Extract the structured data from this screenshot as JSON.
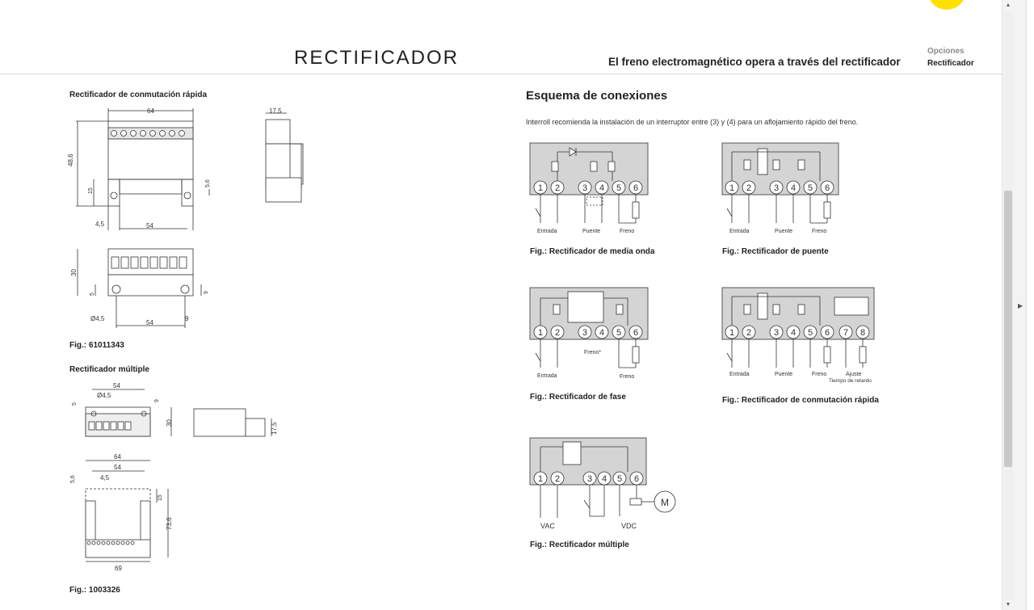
{
  "header": {
    "title": "RECTIFICADOR",
    "subtitle": "El freno electromagnético opera a través del rectificador",
    "breadcrumb_parent": "Opciones",
    "breadcrumb_current": "Rectificador"
  },
  "left": {
    "section1_title": "Rectificador de conmutación rápida",
    "fig1_caption": "Fig.: 61011343",
    "section2_title": "Rectificador múltiple",
    "fig2_caption": "Fig.: 1003326",
    "dims": {
      "d64": "64",
      "d48_6": "48,6",
      "d15": "15",
      "d5_6": "5,6",
      "d4_5": "4,5",
      "d54": "54",
      "d17_5": "17,5",
      "d30": "30",
      "d5": "5",
      "d9": "9",
      "phi4_5": "Ø4,5",
      "d73_6": "73,6",
      "d69": "69"
    }
  },
  "right": {
    "heading": "Esquema de conexiones",
    "intro": "Interroll recomienda la instalación de un interruptor entre (3) y (4) para un aflojamiento rápido del freno.",
    "labels": {
      "entrada": "Entrada",
      "puente": "Puente",
      "freno": "Freno",
      "freno_star": "Freno*",
      "ajuste": "Ajuste",
      "tiempo": "Tiempo de retardo",
      "vac": "VAC",
      "vdc": "VDC",
      "motor": "M"
    },
    "captions": {
      "media_onda": "Fig.: Rectificador de media onda",
      "puente": "Fig.: Rectificador de puente",
      "fase": "Fig.: Rectificador de fase",
      "conmutacion": "Fig.: Rectificador de conmutación rápida",
      "multiple": "Fig.: Rectificador múltiple"
    }
  },
  "colors": {
    "accent_yellow": "#ffe000",
    "box_gray": "#d4d4d4"
  }
}
